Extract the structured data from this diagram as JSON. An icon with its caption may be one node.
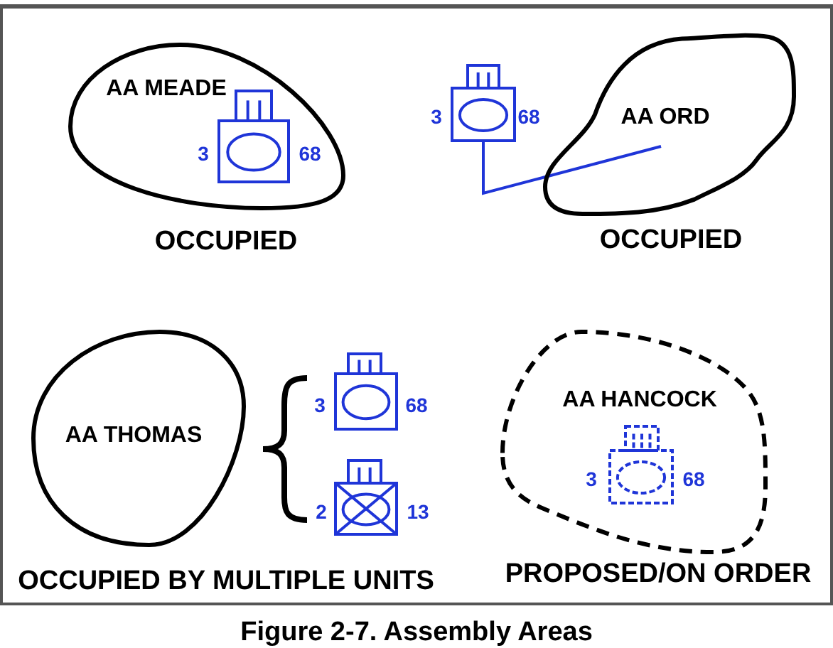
{
  "diagram": {
    "caption": "Figure 2-7. Assembly Areas",
    "nodes": [
      {
        "text": [
          "AA MEADE"
        ],
        "beside": [
          "OCCUPIED"
        ]
      },
      {
        "text": [],
        "shape": "box",
        "in": 0,
        "beside": [
          "3",
          "68"
        ]
      },
      {
        "text": [],
        "shape": "box",
        "beside": [
          "3",
          "68"
        ]
      },
      {
        "text": [
          "AA ORD"
        ],
        "beside": [
          "OCCUPIED"
        ]
      },
      {
        "text": [
          "AA THOMAS"
        ],
        "beside": [
          "OCCUPIED BY MULTIPLE UNITS"
        ]
      },
      {
        "text": [],
        "shape": "box",
        "beside": [
          "3",
          "68"
        ]
      },
      {
        "text": [],
        "shape": "box",
        "beside": [
          "2",
          "13"
        ]
      },
      {
        "text": [
          "AA HANCOCK"
        ],
        "beside": [
          "PROPOSED/ON ORDER"
        ]
      },
      {
        "text": [],
        "shape": "box",
        "in": 7,
        "beside": [
          "3",
          "68"
        ]
      }
    ],
    "edges": [
      {
        "from": 2,
        "to": 3,
        "arrow": "none"
      }
    ]
  }
}
